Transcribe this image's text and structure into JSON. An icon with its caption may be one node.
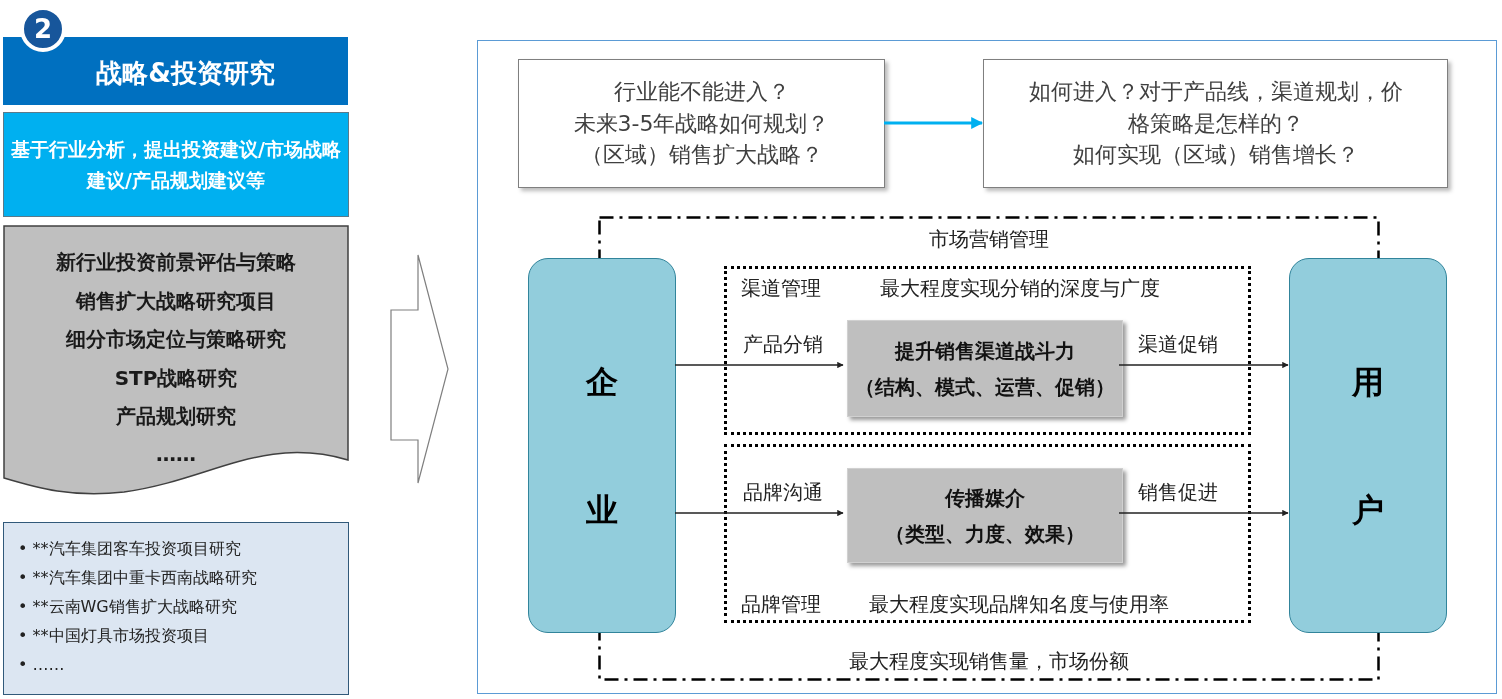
{
  "diagram": {
    "nodes": [
      {
        "text": [
          "2"
        ]
      },
      {
        "text": [
          "战略&投资研究"
        ]
      },
      {
        "text": [
          "基于行业分析，提出投资建议/市场战略建议/产品规划建议等"
        ]
      },
      {
        "text": [
          "新行业投资前景评估与策略",
          "销售扩大战略研究项目",
          "细分市场定位与策略研究",
          "STP战略研究",
          "产品规划研究",
          "……"
        ]
      },
      {
        "text": [
          "• **汽车集团客车投资项目研究",
          "• **汽车集团中重卡西南战略研究",
          "• **云南WG销售扩大战略研究",
          "• **中国灯具市场投资项目",
          "• ……"
        ]
      },
      {
        "text": [],
        "shape": "box"
      },
      {
        "text": [
          "行业能不能进入？",
          "未来3-5年战略如何规划？",
          "（区域）销售扩大战略？"
        ],
        "in": 5
      },
      {
        "text": [
          "如何进入？对于产品线，渠道规划，价格策略是怎样的？",
          "如何实现（区域）销售增长？"
        ],
        "in": 5
      },
      {
        "text": [
          "市场营销管理",
          "最大程度实现销售量，市场份额"
        ],
        "in": 5
      },
      {
        "text": [
          "企业"
        ],
        "in": 5
      },
      {
        "text": [
          "用户"
        ],
        "in": 5
      },
      {
        "text": [
          "渠道管理",
          "最大程度实现分销的深度与广度"
        ],
        "in": 8
      },
      {
        "text": [
          "提升销售渠道战斗力",
          "（结构、模式、运营、促销）"
        ],
        "in": 11
      },
      {
        "text": [
          "品牌管理",
          "最大程度实现品牌知名度与使用率"
        ],
        "in": 8
      },
      {
        "text": [
          "传播媒介",
          "（类型、力度、效果）"
        ],
        "in": 13
      }
    ],
    "edges": [
      {
        "from": 3,
        "to": 5,
        "arrow": "to",
        "style": "thick"
      },
      {
        "from": 6,
        "to": 7,
        "arrow": "to",
        "color": "#00b0f0"
      },
      {
        "from": 9,
        "to": 12,
        "arrow": "to",
        "label": "产品分销"
      },
      {
        "from": 12,
        "to": 10,
        "arrow": "to",
        "label": "渠道促销"
      },
      {
        "from": 9,
        "to": 14,
        "arrow": "to",
        "label": "品牌沟通"
      },
      {
        "from": 14,
        "to": 10,
        "arrow": "to",
        "label": "销售促进"
      }
    ]
  }
}
